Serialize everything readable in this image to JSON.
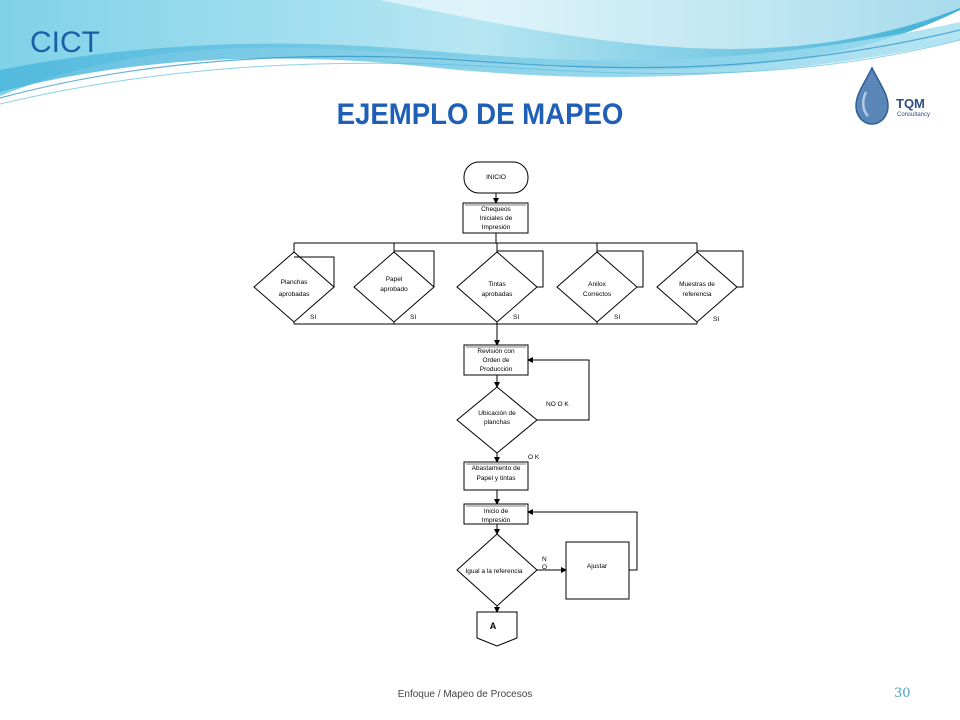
{
  "header": {
    "org": "CICT",
    "title": "EJEMPLO DE MAPEO"
  },
  "logo": {
    "name": "TQM",
    "sub": "Consultancy"
  },
  "footer": {
    "text": "Enfoque / Mapeo de Procesos",
    "page": "30"
  },
  "diagram": {
    "start": "INICIO",
    "step1": [
      "Chequeos",
      "Iniciales  de",
      "Impresión"
    ],
    "decisions": [
      [
        "Planchas",
        "aprobadas"
      ],
      [
        "Papel",
        "aprobado"
      ],
      [
        "Tintas",
        "aprobadas"
      ],
      [
        "Anilox",
        "Correctos"
      ],
      [
        "Muestras de",
        "referencia"
      ]
    ],
    "yes": "SI",
    "step2": [
      "Revisión  con",
      "Orden de",
      "Producción"
    ],
    "decision2": [
      "Ubicación de",
      "planchas"
    ],
    "nook": "NO  O K",
    "ok": "O K",
    "step3": [
      "Abastamiento de",
      "Papel y tintas"
    ],
    "step4": [
      "Inicio de",
      "Impresión"
    ],
    "decision3": "Igual a la referencia",
    "no_n": "N",
    "no_o": "O",
    "adjust": "Ajustar",
    "connector": "A"
  }
}
